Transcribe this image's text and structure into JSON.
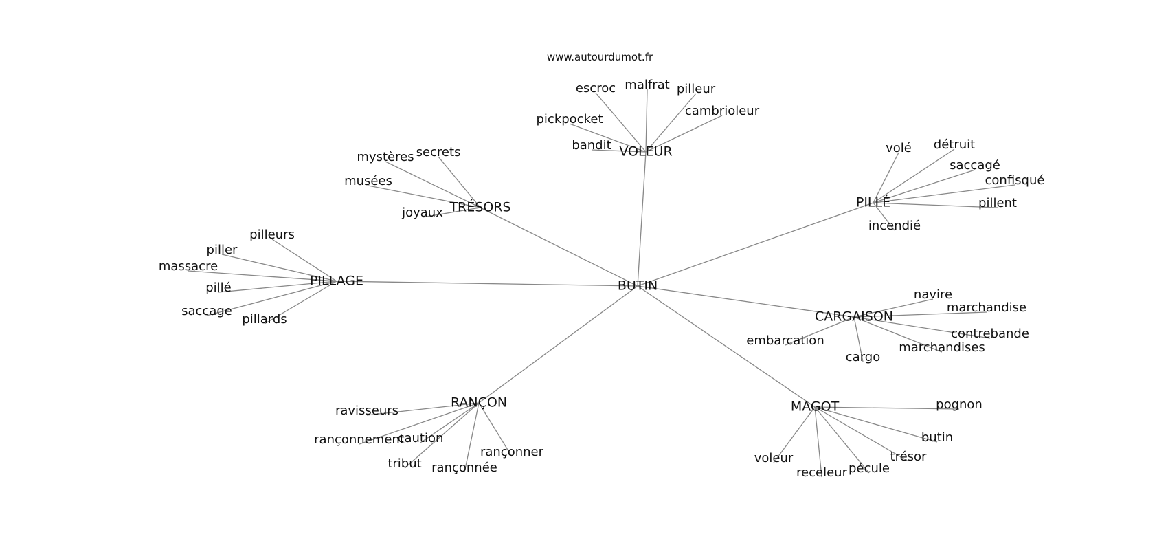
{
  "site": "www.autourdumot.fr",
  "center": "BUTIN",
  "groups": [
    {
      "hub": "VOLEUR",
      "words": [
        "escroc",
        "malfrat",
        "pilleur",
        "cambrioleur",
        "pickpocket",
        "bandit"
      ]
    },
    {
      "hub": "TRÉSORS",
      "words": [
        "mystères",
        "secrets",
        "musées",
        "joyaux"
      ]
    },
    {
      "hub": "PILLÉ",
      "words": [
        "volé",
        "détruit",
        "saccagé",
        "confisqué",
        "pillent",
        "incendié"
      ]
    },
    {
      "hub": "PILLAGE",
      "words": [
        "pilleurs",
        "piller",
        "massacre",
        "pillé",
        "saccage",
        "pillards"
      ]
    },
    {
      "hub": "CARGAISON",
      "words": [
        "navire",
        "marchandise",
        "contrebande",
        "marchandises",
        "cargo",
        "embarcation"
      ]
    },
    {
      "hub": "RANÇON",
      "words": [
        "ravisseurs",
        "rançonnement",
        "caution",
        "tribut",
        "rançonnée",
        "rançonner"
      ]
    },
    {
      "hub": "MAGOT",
      "words": [
        "pognon",
        "butin",
        "trésor",
        "pécule",
        "receleur",
        "voleur"
      ]
    }
  ]
}
